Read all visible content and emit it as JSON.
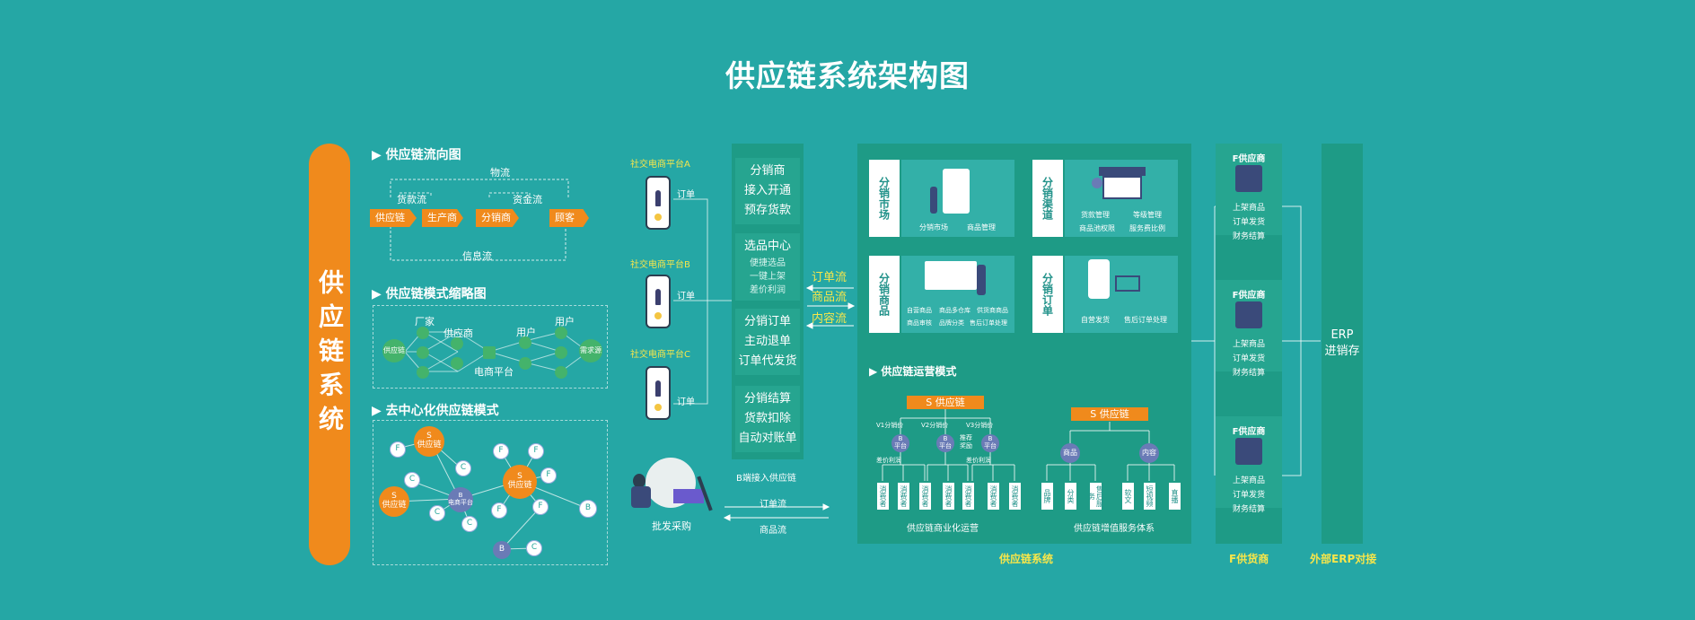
{
  "title": "供应链系统架构图",
  "side_banner": "供应链系统",
  "flow": {
    "title": "▶ 供应链流向图",
    "material_flow": "物流",
    "payment_flow": "货款流",
    "fund_flow": "资金流",
    "info_flow": "信息流",
    "nodes": [
      "供应链",
      "生产商",
      "分销商",
      "顾客"
    ]
  },
  "model": {
    "title": "▶ 供应链模式缩略图",
    "factory": "厂家",
    "supplier": "供应商",
    "user1": "用户",
    "user2": "用户",
    "platform": "电商平台",
    "left_node": "供应链",
    "right_node": "需求源"
  },
  "decentral": {
    "title": "▶ 去中心化供应链模式",
    "s_label": "S\n供应链",
    "b_label": "B\n电商平台",
    "b": "B",
    "c": "C",
    "f": "F"
  },
  "social": {
    "platforms": [
      "社交电商平台A",
      "社交电商平台B",
      "社交电商平台C"
    ],
    "order": "订单",
    "b_access": "B端接入供应链",
    "wholesale": "批发采购",
    "order_flow": "订单流",
    "goods_flow": "商品流"
  },
  "mid": {
    "block1": [
      "分销商",
      "接入开通",
      "预存货款"
    ],
    "block2_title": "选品中心",
    "block2_sub": [
      "便捷选品",
      "一键上架",
      "差价利润"
    ],
    "block3": [
      "分销订单",
      "主动退单",
      "订单代发货"
    ],
    "block4": [
      "分销结算",
      "货款扣除",
      "自动对账单"
    ]
  },
  "middle_flows": [
    "订单流",
    "商品流",
    "内容流"
  ],
  "cards": [
    {
      "label": "分销市场",
      "items": [
        "分销市场",
        "商品管理"
      ]
    },
    {
      "label": "分销渠道",
      "items": [
        "货款管理",
        "等级管理",
        "商品池权限",
        "服务费比例"
      ]
    },
    {
      "label": "分销商品",
      "items": [
        "自营商品",
        "商品多仓库",
        "供货商商品",
        "商品审核",
        "品牌分类",
        "售后订单处理"
      ]
    },
    {
      "label": "分销订单",
      "items": [
        "自营发货",
        "售后订单处理"
      ]
    }
  ],
  "ops": {
    "title": "▶ 供应链运营模式",
    "s1": "S 供应链",
    "s2": "S 供应链",
    "v_labels": [
      "V1分销价",
      "V2分销价",
      "V3分销价"
    ],
    "b_platform": "B\n平台",
    "margin": "差价利润",
    "recommend": "推荐\n奖励",
    "consumer": "消费者",
    "goods": "商品",
    "content": "内容",
    "vas_leaves": [
      "品牌",
      "分类",
      "售后服务",
      "软文",
      "短视频",
      "直播"
    ],
    "left_caption": "供应链商业化运营",
    "right_caption": "供应链增值服务体系"
  },
  "f_suppliers": {
    "title": "F供应商",
    "items": [
      "上架商品",
      "订单发货",
      "财务结算"
    ]
  },
  "erp": "ERP\n进销存",
  "footers": {
    "system": "供应链系统",
    "f_supply": "F供货商",
    "erp": "外部ERP对接"
  }
}
